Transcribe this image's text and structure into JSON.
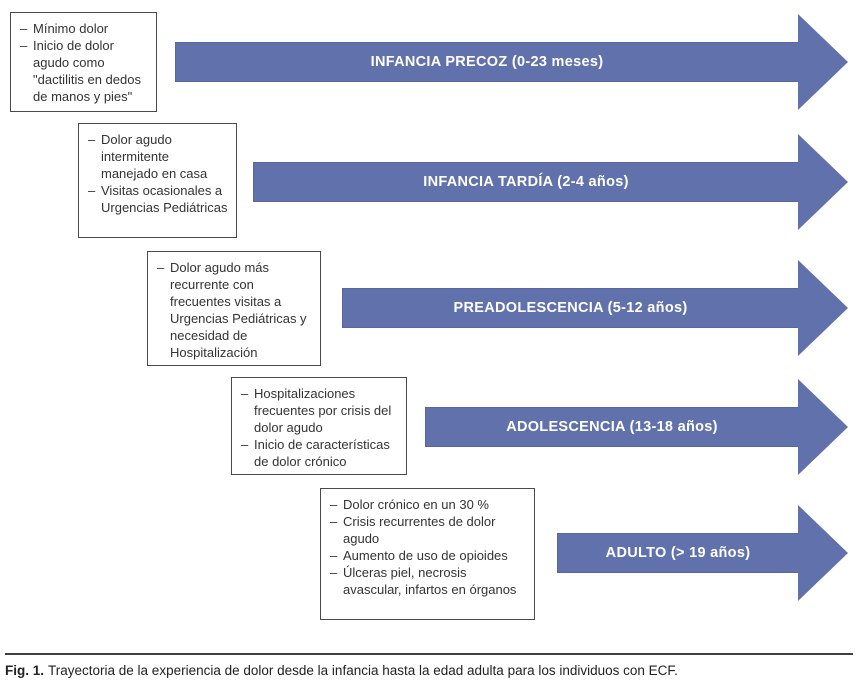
{
  "figure": {
    "caption_label": "Fig. 1.",
    "caption_text": "Trayectoria de la experiencia de dolor desde la infancia hasta la edad adulta para los individuos con ECF."
  },
  "colors": {
    "arrow_fill": "#6171ab",
    "arrow_text": "#ffffff",
    "box_border": "#4a4a4a",
    "body_text": "#333333"
  },
  "stages": [
    {
      "label": "INFANCIA PRECOZ (0-23 meses)",
      "bullets": [
        "Mínimo dolor",
        "Inicio de dolor agudo como \"dactilitis en dedos de manos y pies\""
      ]
    },
    {
      "label": "INFANCIA TARDÍA (2-4 años)",
      "bullets": [
        "Dolor agudo intermitente manejado en casa",
        "Visitas ocasionales a Urgencias Pediátricas"
      ]
    },
    {
      "label": "PREADOLESCENCIA (5-12 años)",
      "bullets": [
        "Dolor agudo más recurrente con frecuentes visitas a Urgencias Pediátricas y necesidad de Hospitalización"
      ]
    },
    {
      "label": "ADOLESCENCIA (13-18 años)",
      "bullets": [
        "Hospitalizaciones frecuentes por crisis del dolor agudo",
        "Inicio de características de dolor crónico"
      ]
    },
    {
      "label": "ADULTO (> 19 años)",
      "bullets": [
        "Dolor crónico en un 30 %",
        "Crisis recurrentes de dolor agudo",
        "Aumento de uso de opioides",
        "Úlceras piel, necrosis avascular, infartos en órganos"
      ]
    }
  ]
}
